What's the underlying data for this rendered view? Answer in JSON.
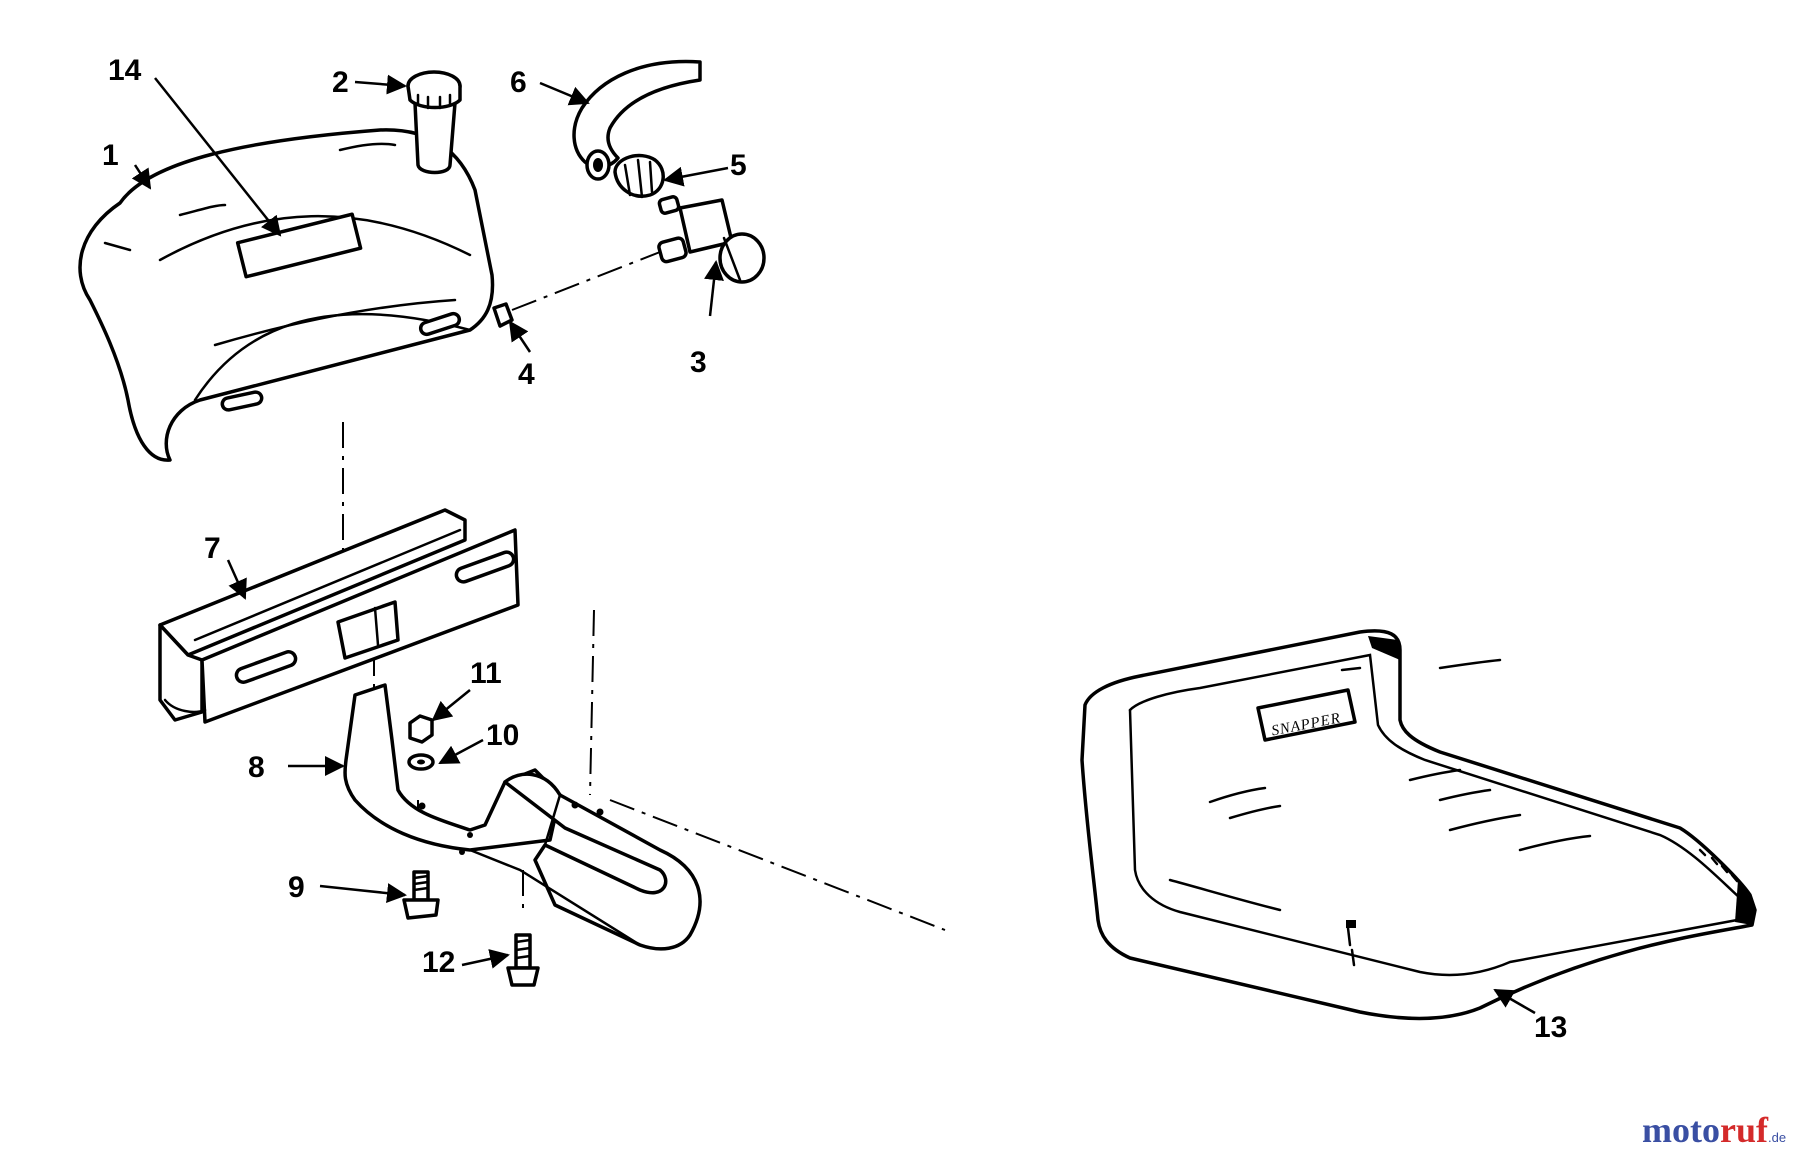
{
  "callouts": {
    "c1": "1",
    "c2": "2",
    "c3": "3",
    "c4": "4",
    "c5": "5",
    "c6": "6",
    "c7": "7",
    "c8": "8",
    "c9": "9",
    "c10": "10",
    "c11": "11",
    "c12": "12",
    "c13": "13",
    "c14": "14"
  },
  "seat_brand": "SNAPPER",
  "watermark": {
    "main": "motoruf",
    "tld": ".de",
    "colors": {
      "blue": "#3a4fa3",
      "red": "#d42a2a"
    }
  }
}
